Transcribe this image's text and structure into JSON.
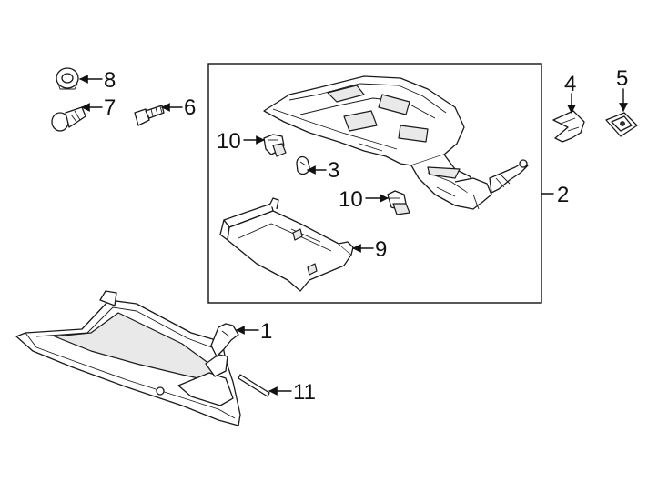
{
  "diagram": {
    "callouts": [
      {
        "id": "c1",
        "label": "1",
        "part": "glove-box-door"
      },
      {
        "id": "c2",
        "label": "2",
        "part": "glove-box-housing-assembly"
      },
      {
        "id": "c3",
        "label": "3",
        "part": "bumper"
      },
      {
        "id": "c4",
        "label": "4",
        "part": "clip"
      },
      {
        "id": "c5",
        "label": "5",
        "part": "nut"
      },
      {
        "id": "c6",
        "label": "6",
        "part": "bolt"
      },
      {
        "id": "c7",
        "label": "7",
        "part": "screw"
      },
      {
        "id": "c8",
        "label": "8",
        "part": "washer"
      },
      {
        "id": "c9",
        "label": "9",
        "part": "bin"
      },
      {
        "id": "c10a",
        "label": "10",
        "part": "latch-clip"
      },
      {
        "id": "c10b",
        "label": "10",
        "part": "latch-clip"
      },
      {
        "id": "c11",
        "label": "11",
        "part": "pin"
      }
    ]
  }
}
